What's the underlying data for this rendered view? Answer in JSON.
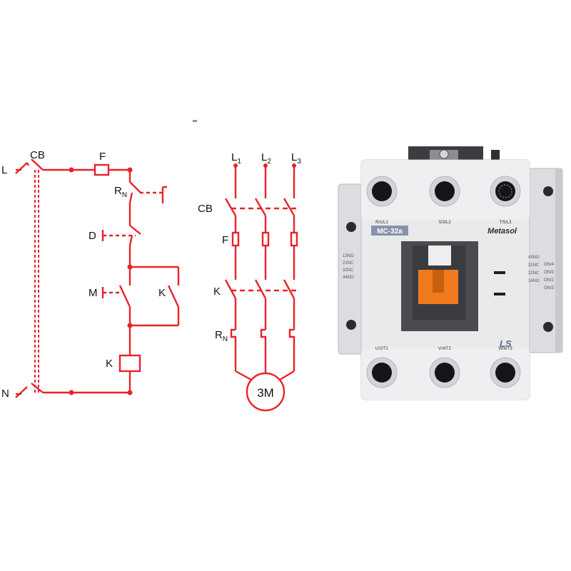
{
  "palette": {
    "wire": "#e8222a",
    "body": "#e9eaec",
    "dark": "#3c3d40",
    "orange": "#f07a1e",
    "label_blue": "#5a6c8c",
    "text": "#111111"
  },
  "control_circuit": {
    "line_label": "L",
    "neutral_label": "N",
    "breaker_label": "CB",
    "fuse_label": "F",
    "relay_label": "R",
    "relay_sub": "N",
    "stop_label": "D",
    "start_label": "M",
    "holding_label": "K",
    "coil_label": "K"
  },
  "power_circuit": {
    "phases": [
      {
        "label": "L",
        "sub": "1"
      },
      {
        "label": "L",
        "sub": "2"
      },
      {
        "label": "L",
        "sub": "3"
      }
    ],
    "breaker_label": "CB",
    "fuse_label": "F",
    "contactor_label": "K",
    "relay_label": "R",
    "relay_sub": "N",
    "motor_label": "3M"
  },
  "contactor": {
    "model": "MC-32a",
    "brand": "Metasol",
    "logo": "LS",
    "top_terminals": [
      "R/1/L1",
      "S/3/L2",
      "T/5/L3"
    ],
    "bottom_terminals": [
      "U/2/T1",
      "V/4/T2",
      "W/6/T3"
    ],
    "left_aux": [
      "13NO",
      "21NC",
      "32NC",
      "44NO"
    ],
    "right_aux": [
      "43NO",
      "31NC",
      "22NC",
      "14NO"
    ],
    "right_aux_alt": [
      "ON/4",
      "ON/2",
      "ON/2",
      "ON/3"
    ]
  }
}
